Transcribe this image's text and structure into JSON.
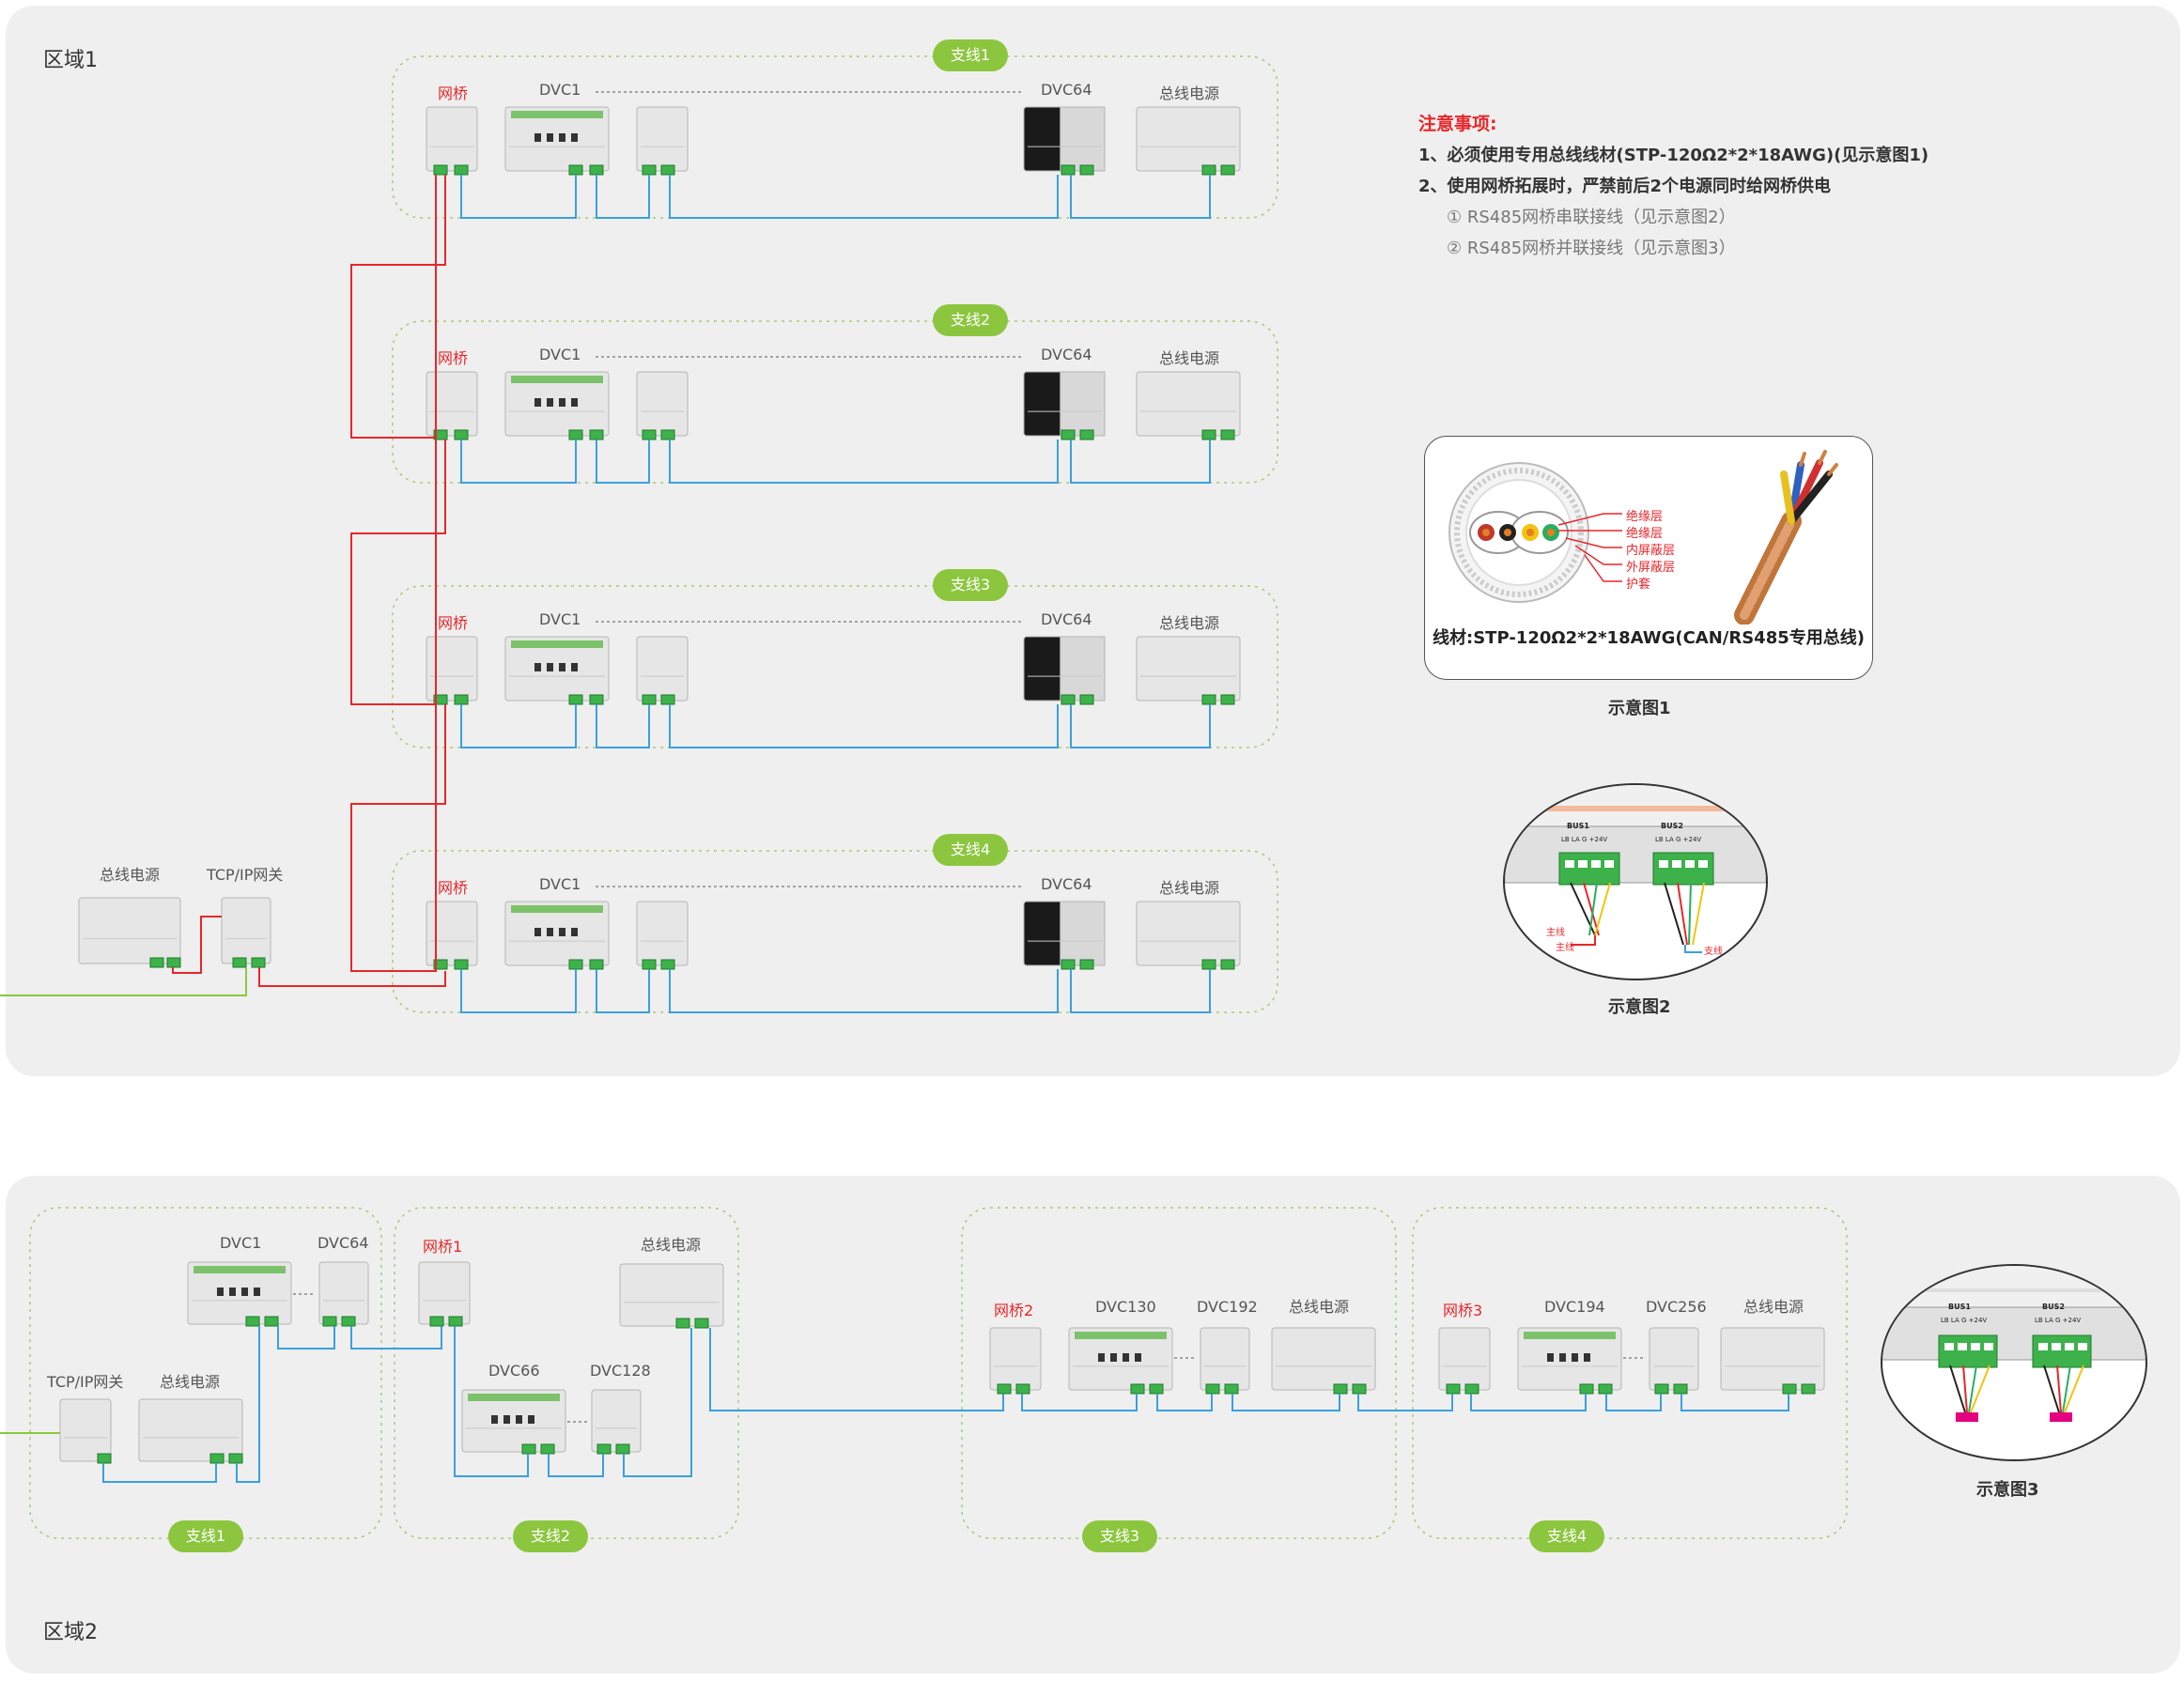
{
  "region1": {
    "label": "区域1",
    "branches": [
      {
        "pill": "支线1",
        "bridge": "网桥",
        "dvc_first": "DVC1",
        "dvc_last": "DVC64",
        "power": "总线电源"
      },
      {
        "pill": "支线2",
        "bridge": "网桥",
        "dvc_first": "DVC1",
        "dvc_last": "DVC64",
        "power": "总线电源"
      },
      {
        "pill": "支线3",
        "bridge": "网桥",
        "dvc_first": "DVC1",
        "dvc_last": "DVC64",
        "power": "总线电源"
      },
      {
        "pill": "支线4",
        "bridge": "网桥",
        "dvc_first": "DVC1",
        "dvc_last": "DVC64",
        "power": "总线电源"
      }
    ],
    "main_power": "总线电源",
    "gateway": "TCP/IP网关"
  },
  "notes": {
    "title": "注意事项:",
    "item1": "1、必须使用专用总线线材(STP-120Ω2*2*18AWG)(见示意图1)",
    "item2": "2、使用网桥拓展时，严禁前后2个电源同时给网桥供电",
    "sub1": "①  RS485网桥串联接线（见示意图2）",
    "sub2": "②  RS485网桥并联接线（见示意图3）"
  },
  "figure1": {
    "layers": [
      "绝缘层",
      "绝缘层",
      "内屏蔽层",
      "外屏蔽层",
      "护套"
    ],
    "cable_caption": "线材:STP-120Ω2*2*18AWG(CAN/RS485专用总线)",
    "caption": "示意图1"
  },
  "figure2": {
    "bus1": "BUS1",
    "bus2": "BUS2",
    "pins": "LB LA G +24V",
    "main_a": "主线",
    "main_b": "主线",
    "branch": "支线",
    "caption": "示意图2"
  },
  "figure3": {
    "bus1": "BUS1",
    "bus2": "BUS2",
    "pins": "LB LA G +24V",
    "caption": "示意图3"
  },
  "region2": {
    "label": "区域2",
    "group1": {
      "pill": "支线1",
      "gateway": "TCP/IP网关",
      "power": "总线电源",
      "dvc_first": "DVC1",
      "dvc_last": "DVC64"
    },
    "group2": {
      "pill": "支线2",
      "bridge": "网桥1",
      "power": "总线电源",
      "dvc_first": "DVC66",
      "dvc_last": "DVC128"
    },
    "group3": {
      "pill": "支线3",
      "bridge": "网桥2",
      "dvc_first": "DVC130",
      "dvc_last": "DVC192",
      "power": "总线电源"
    },
    "group4": {
      "pill": "支线4",
      "bridge": "网桥3",
      "dvc_first": "DVC194",
      "dvc_last": "DVC256",
      "power": "总线电源"
    }
  },
  "colors": {
    "panel": "#efefef",
    "pill": "#8cc63f",
    "bus_line": "#3aa0e0",
    "bridge_line": "#e8262a",
    "network_line": "#8cc63f",
    "dashed_frame": "#a9c877"
  }
}
